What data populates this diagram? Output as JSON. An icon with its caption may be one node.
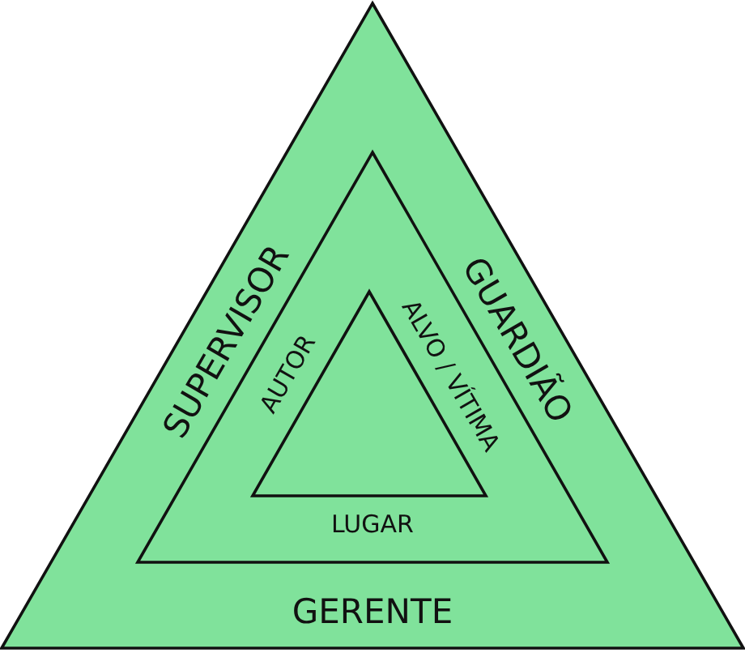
{
  "diagram": {
    "nodes": [
      {
        "text": [
          "SUPERVISOR",
          "GUARDIÃO",
          "GERENTE"
        ]
      },
      {
        "text": [
          "AUTOR",
          "ALVO / VÍTIMA",
          "LUGAR"
        ],
        "in": 0
      },
      {
        "text": [],
        "shape": "triangle",
        "in": 1
      }
    ]
  }
}
